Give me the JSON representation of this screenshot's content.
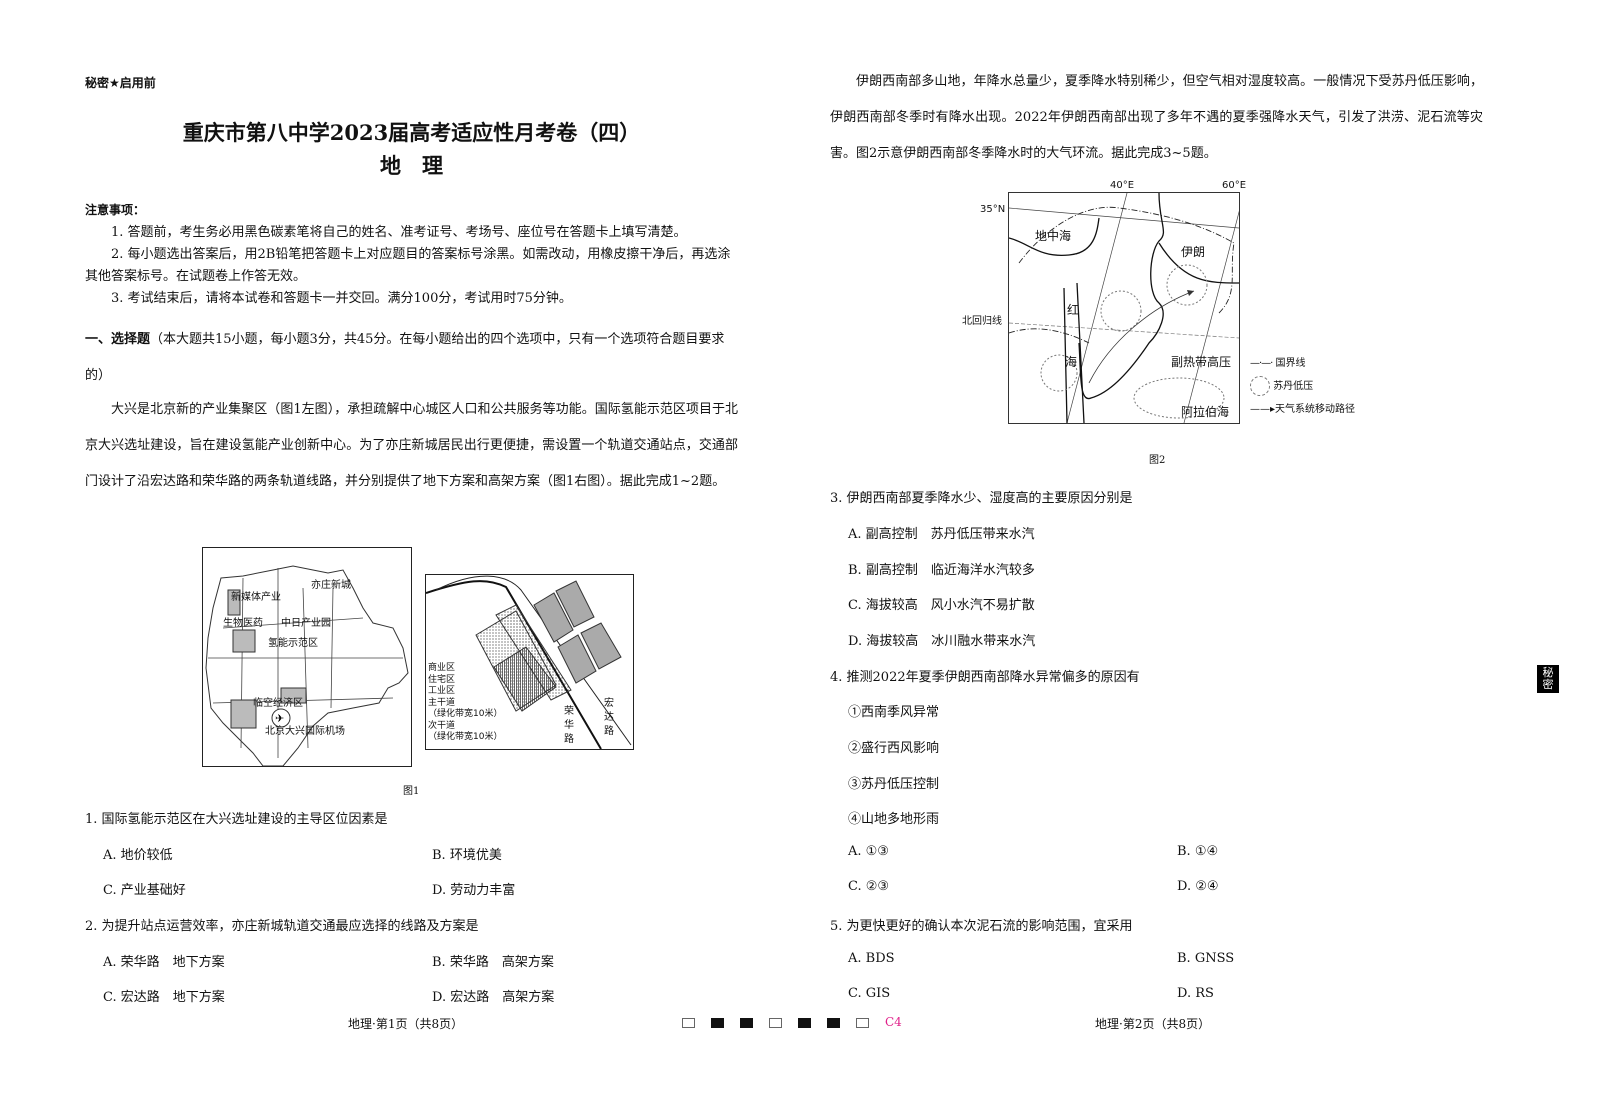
{
  "header": {
    "secret_label": "秘密★启用前"
  },
  "title": {
    "main": "重庆市第八中学2023届高考适应性月考卷（四）",
    "subject": "地　理"
  },
  "notes": {
    "heading": "注意事项：",
    "items": [
      "1. 答题前，考生务必用黑色碳素笔将自己的姓名、准考证号、考场号、座位号在答题卡上填写清楚。",
      "2. 每小题选出答案后，用2B铅笔把答题卡上对应题目的答案标号涂黑。如需改动，用橡皮擦干净后，再选涂其他答案标号。在试题卷上作答无效。",
      "3. 考试结束后，请将本试卷和答题卡一并交回。满分100分，考试用时75分钟。"
    ]
  },
  "section1": {
    "heading": "一、选择题",
    "desc": "（本大题共15小题，每小题3分，共45分。在每小题给出的四个选项中，只有一个选项符合题目要求的）"
  },
  "passage1": "大兴是北京新的产业集聚区（图1左图），承担疏解中心城区人口和公共服务等功能。国际氢能示范区项目于北京大兴选址建设，旨在建设氢能产业创新中心。为了亦庄新城居民出行更便捷，需设置一个轨道交通站点，交通部门设计了沿宏达路和荣华路的两条轨道线路，并分别提供了地下方案和高架方案（图1右图）。据此完成1~2题。",
  "figure1": {
    "caption": "图1",
    "left_labels": [
      "亦庄新城",
      "新媒体产业",
      "生物医药",
      "中日产业园",
      "氢能示范区",
      "临空经济区",
      "北京大兴国际机场"
    ],
    "legend": [
      "商业区",
      "住宅区",
      "工业区",
      "主干道",
      "（绿化带宽10米）",
      "次干道",
      "（绿化带宽10米）"
    ],
    "road_labels": {
      "rong": [
        "荣",
        "华",
        "路"
      ],
      "hong": [
        "宏",
        "达",
        "路"
      ]
    }
  },
  "questions_left": [
    {
      "stem": "1. 国际氢能示范区在大兴选址建设的主导区位因素是",
      "options": [
        "A. 地价较低",
        "B. 环境优美",
        "C. 产业基础好",
        "D. 劳动力丰富"
      ]
    },
    {
      "stem": "2. 为提升站点运营效率，亦庄新城轨道交通最应选择的线路及方案是",
      "options": [
        "A. 荣华路　地下方案",
        "B. 荣华路　高架方案",
        "C. 宏达路　地下方案",
        "D. 宏达路　高架方案"
      ]
    }
  ],
  "passage2": "伊朗西南部多山地，年降水总量少，夏季降水特别稀少，但空气相对湿度较高。一般情况下受苏丹低压影响，伊朗西南部冬季时有降水出现。2022年伊朗西南部出现了多年不遇的夏季强降水天气，引发了洪涝、泥石流等灾害。图2示意伊朗西南部冬季降水时的大气环流。据此完成3~5题。",
  "figure2": {
    "caption": "图2",
    "labels": {
      "lon40": "40°E",
      "lon60": "60°E",
      "lat35": "35°N",
      "tropic": "北回归线",
      "med": "地中海",
      "iran": "伊朗",
      "red1": "红",
      "red2": "海",
      "high": "副热带高压",
      "arabian": "阿拉伯海"
    },
    "legend": [
      "国界线",
      "苏丹低压",
      "天气系统移动路径"
    ]
  },
  "questions_right": [
    {
      "stem": "3. 伊朗西南部夏季降水少、湿度高的主要原因分别是",
      "options": [
        "A. 副高控制　苏丹低压带来水汽",
        "B. 副高控制　临近海洋水汽较多",
        "C. 海拔较高　风小水汽不易扩散",
        "D. 海拔较高　冰川融水带来水汽"
      ]
    },
    {
      "stem": "4. 推测2022年夏季伊朗西南部降水异常偏多的原因有",
      "items": [
        "①西南季风异常",
        "②盛行西风影响",
        "③苏丹低压控制",
        "④山地多地形雨"
      ],
      "options": [
        "A. ①③",
        "B. ①④",
        "C. ②③",
        "D. ②④"
      ]
    },
    {
      "stem": "5. 为更快更好的确认本次泥石流的影响范围，宜采用",
      "options": [
        "A. BDS",
        "B. GNSS",
        "C. GIS",
        "D. RS"
      ]
    }
  ],
  "footer": {
    "left": "地理·第1页（共8页）",
    "code": "C4",
    "right": "地理·第2页（共8页）",
    "code_color": "#e0208a"
  },
  "side_tab": [
    "秘",
    "密"
  ]
}
